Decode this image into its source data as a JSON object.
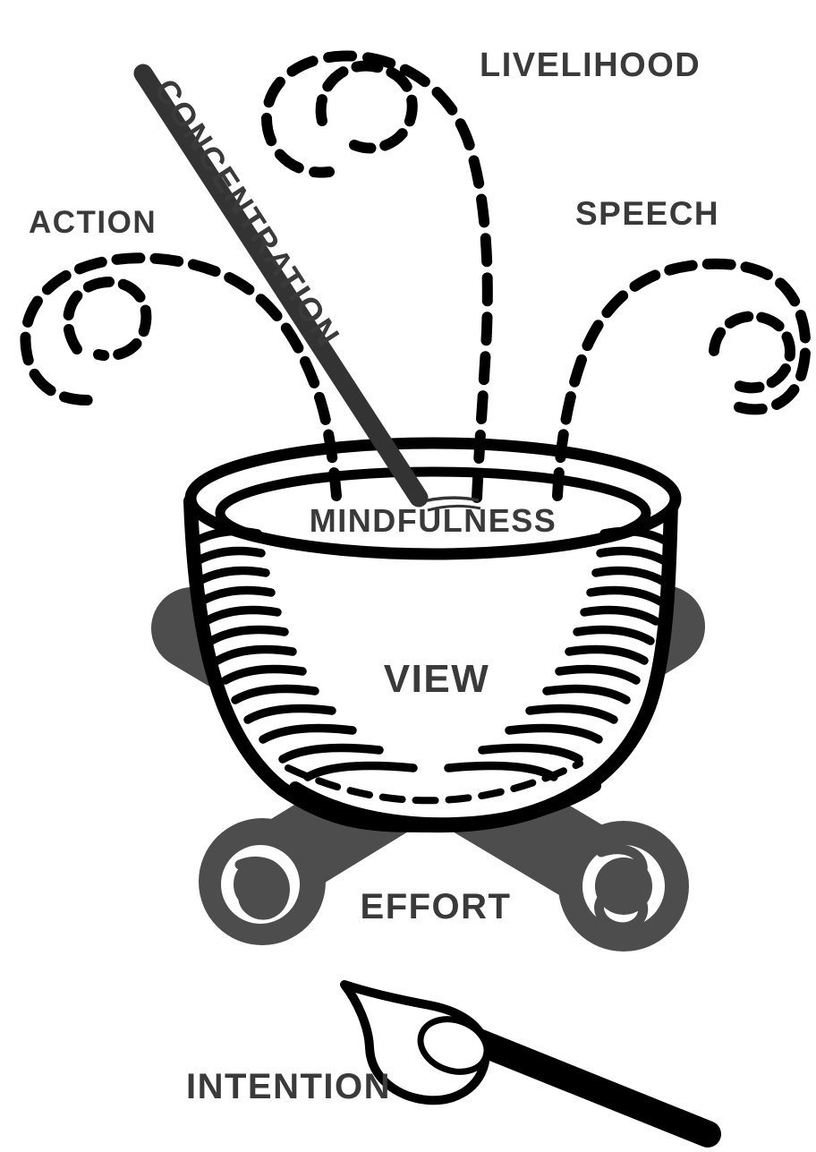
{
  "figure": {
    "description_labels": {
      "action": "ACTION",
      "concentration": "CONCENTRATION",
      "livelihood": "LIVELIHOOD",
      "speech": "SPEECH",
      "mindfulness": "MINDFULNESS",
      "view": "VIEW",
      "effort": "EFFORT",
      "intention": "INTENTION"
    },
    "colors": {
      "ink": "#000000",
      "wood_gray": "#4d4d4d",
      "spoon_gray": "#333333",
      "label_gray": "#3a3a3a",
      "background": "#ffffff"
    }
  }
}
